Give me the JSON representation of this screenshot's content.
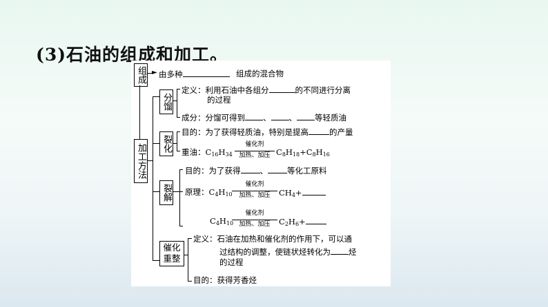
{
  "heading": "(3)石油的组成和加工。",
  "zucheng": {
    "box": "组成",
    "text_a": "由多种",
    "text_b": "组成的混合物"
  },
  "jiagong": {
    "box": "加工方法"
  },
  "fenliu": {
    "box": "分馏",
    "def_a": "定义：利用石油中各组分",
    "def_b": "的不同进行分离",
    "def_c": "的过程",
    "comp_a": "成分：分馏可得到",
    "sep1": "、",
    "sep2": "、",
    "comp_b": "等轻质油"
  },
  "liehua": {
    "box": "裂化",
    "purpose_a": "目的：为了获得轻质油，特别是提高",
    "purpose_b": "的产量",
    "heavy_label": "重油：",
    "cond_top": "催化剂",
    "cond_bottom": "加热、加压"
  },
  "liejie": {
    "box": "裂解",
    "purpose_a": "目的：为了获得",
    "sep": "、",
    "purpose_b": "等化工原料",
    "principle": "原理：",
    "cond_top": "催化剂",
    "cond_bottom": "加热、加压",
    "cond_top2": "催化剂",
    "cond_bottom2": "加热、加压"
  },
  "chonghua": {
    "box": "催化重整",
    "def_a": "定义：石油在加热和催化剂的作用下，可以通",
    "def_b": "过结构的调整，使链状烃转化为",
    "def_c": "烃",
    "def_d": "的过程",
    "purpose": "目的：获得芳香烃"
  }
}
